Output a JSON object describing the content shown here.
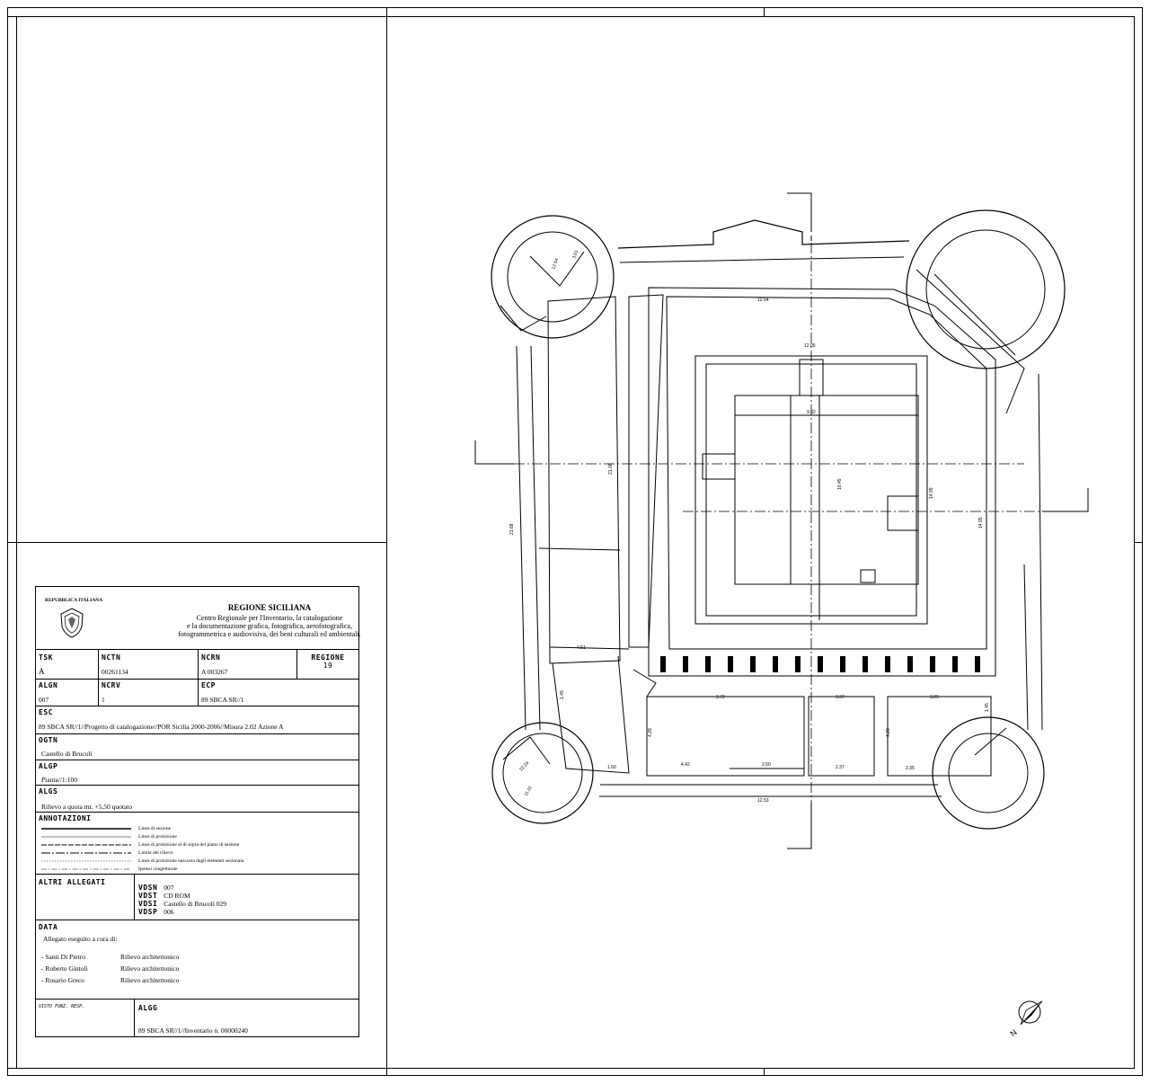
{
  "header": {
    "republic": "REPUBBLICA ITALIANA",
    "region_title": "REGIONE SICILIANA",
    "centre_lines": [
      "Centro Regionale per l'Inventario, la catalogazione",
      "e la documentazione grafica, fotografica, aerofotografica,",
      "fotogrammetrica e audiovisiva, dei beni culturali ed ambientali."
    ]
  },
  "fields": {
    "tsk": {
      "label": "TSK",
      "value": "A"
    },
    "nctn": {
      "label": "NCTN",
      "value": "00261134"
    },
    "ncrn": {
      "label": "NCRN",
      "value": "A 003267"
    },
    "regione": {
      "label": "REGIONE",
      "value": "19"
    },
    "algn": {
      "label": "ALGN",
      "value": "007"
    },
    "ncrv": {
      "label": "NCRV",
      "value": "1"
    },
    "ecp": {
      "label": "ECP",
      "value": "89 SBCA SR//1"
    },
    "esc": {
      "label": "ESC",
      "value": "89 SBCA SR//1//Progetto di catalogazione//POR Sicilia 2000-2006//Misura 2.02 Azione A"
    },
    "ogtn": {
      "label": "OGTN",
      "value": "Castello di Brucoli"
    },
    "algp": {
      "label": "ALGP",
      "value": "Pianta//1:100"
    },
    "algs": {
      "label": "ALGS",
      "value": "Rilievo a quota mt. +5,50 quotato"
    }
  },
  "annotazioni": {
    "label": "ANNOTAZIONI",
    "legend": [
      "Linea di sezione",
      "Linea di proiezione",
      "Linea di proiezione al di sopra del piano di sezione",
      "Limite del rilievo",
      "Linea di proiezione nascosta dagli elementi sezionata",
      "Ipotesi congetturale"
    ]
  },
  "allegati": {
    "label": "ALTRI ALLEGATI",
    "rows": [
      {
        "key": "VDSN",
        "value": "007"
      },
      {
        "key": "VDST",
        "value": "CD ROM"
      },
      {
        "key": "VDSI",
        "value": "Castello di Brucoli 029"
      },
      {
        "key": "VDSP",
        "value": "006"
      }
    ]
  },
  "data": {
    "label": "DATA",
    "intro": "Allegato eseguito a cura di:",
    "people": [
      {
        "name": "- Santi Di Pietro",
        "role": "Rilievo architettonico"
      },
      {
        "name": "- Roberto Gintoli",
        "role": "Rilievo architettonico"
      },
      {
        "name": "- Rosario Greco",
        "role": "Rilievo architettonico"
      }
    ]
  },
  "footer": {
    "visto": "VISTO FUNZ. RESP.",
    "algg_label": "ALGG",
    "algg_value": "89 SBCA SR//1//Inventario n. 00000240"
  },
  "plan": {
    "north_label": "N",
    "dimensions": [
      "12.54",
      "12.05",
      "9.32",
      "10.45",
      "14.99",
      "14.95",
      "21.68",
      "21.08",
      "4.51",
      "3.72",
      "3.37",
      "3.29",
      "4.42",
      "2.50",
      "2.37",
      "2.35",
      "12.53",
      "4.28",
      "4.28",
      "1.45",
      "1.60",
      "1.45",
      "22.24",
      "11.31",
      "12.54",
      "3.61"
    ]
  }
}
